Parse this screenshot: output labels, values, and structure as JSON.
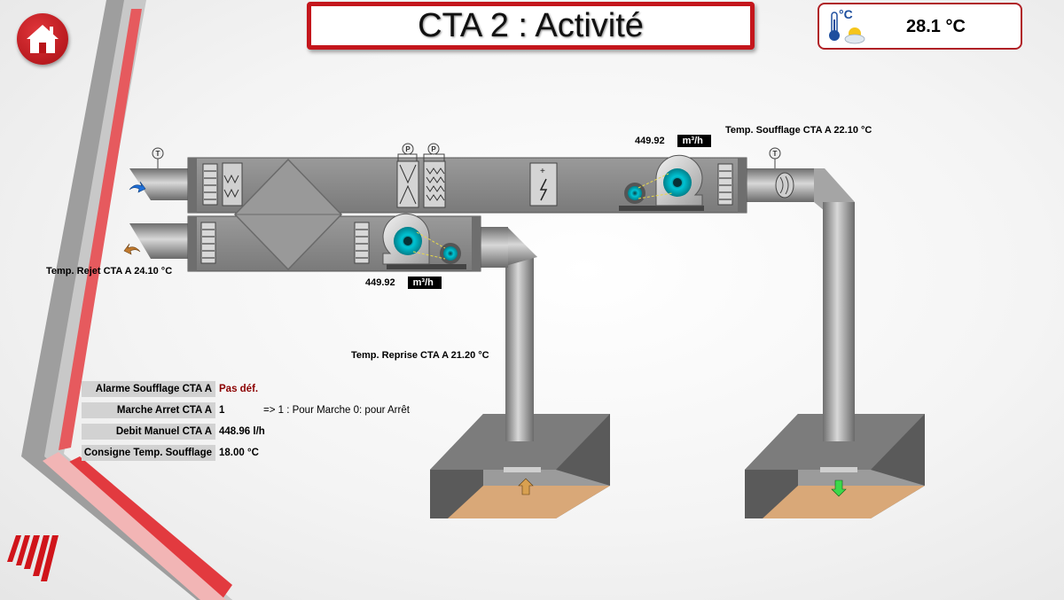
{
  "header": {
    "title": "CTA 2 : Activité"
  },
  "weather": {
    "unit_label": "°C",
    "temperature": "28.1 °C"
  },
  "colors": {
    "brand_red": "#c4161c",
    "duct_gray": "#8a8a8a",
    "fan_teal": "#00b8c8",
    "floor_tan": "#d9a878"
  },
  "sensors": {
    "soufflage": "Temp. Soufflage CTA A  22.10 °C",
    "rejet": "Temp. Rejet CTA A  24.10 °C",
    "reprise": "Temp. Reprise CTA A  21.20 °C"
  },
  "flows": {
    "supply": {
      "value": "449.92",
      "unit": "m³/h"
    },
    "return": {
      "value": "449.92",
      "unit": "m³/h"
    }
  },
  "markers": {
    "temperature": "T",
    "pressure": "P"
  },
  "status_table": [
    {
      "label": "Alarme Soufflage CTA A",
      "value": "Pas déf.",
      "value_color": "#8b0000"
    },
    {
      "label": "Marche Arret CTA A",
      "value": "1",
      "note": "=> 1 : Pour Marche 0: pour Arrêt",
      "value_color": "#000000"
    },
    {
      "label": "Debit Manuel CTA A",
      "value": "448.96 l/h",
      "value_color": "#000000"
    },
    {
      "label": "Consigne Temp. Soufflage",
      "value": "18.00 °C",
      "value_color": "#000000"
    }
  ]
}
